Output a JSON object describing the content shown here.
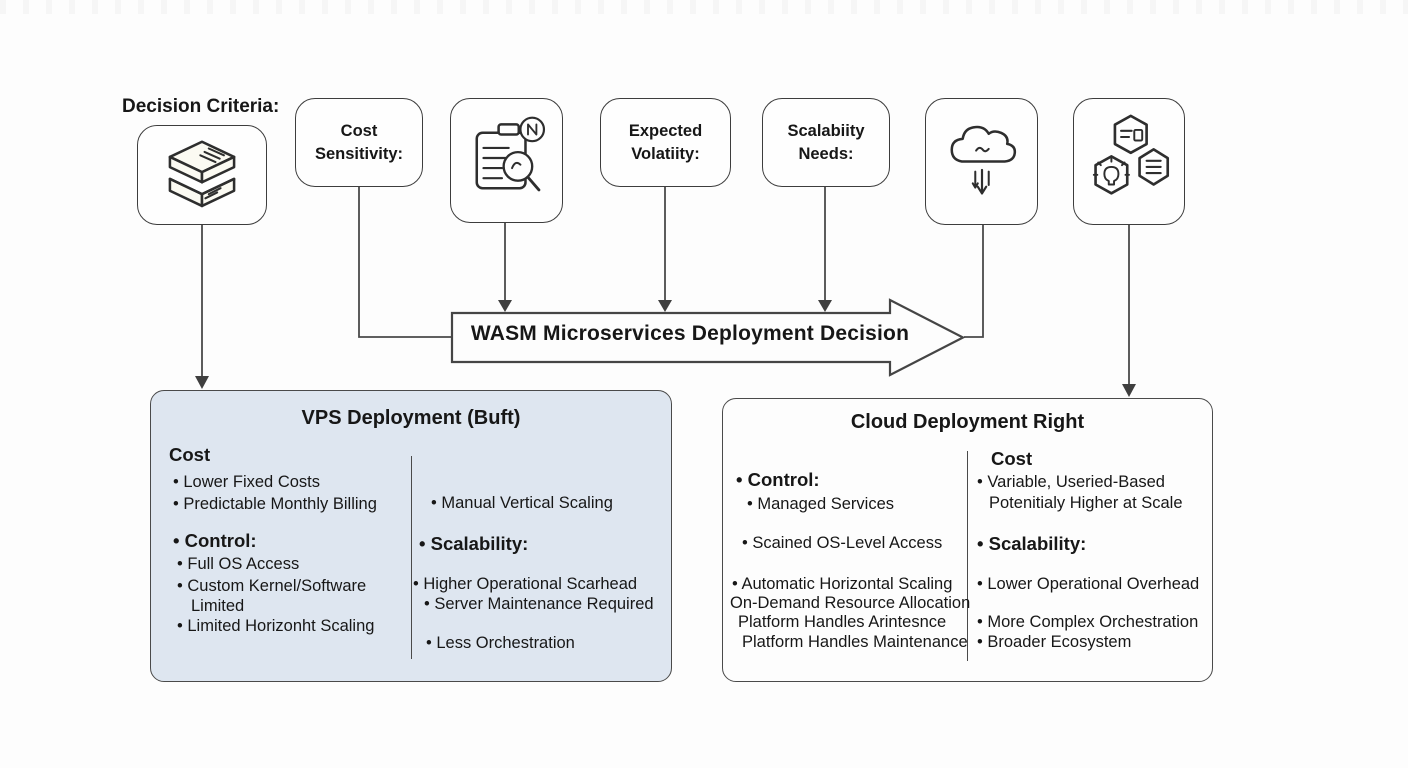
{
  "header": {
    "label": "Decision Criteria:"
  },
  "criteria": {
    "cost_sensitivity": "Cost\nSensitivity:",
    "expected_volatility": "Expected\nVolatiity:",
    "scalability_needs": "Scalabiity\nNeeds:",
    "icons": {
      "box1": "layers-stack-icon",
      "box3": "document-analysis-icon",
      "box6": "cloud-download-icon",
      "box7": "hexagon-modules-icon"
    }
  },
  "banner": {
    "label": "WASM Microservices Deployment Decision"
  },
  "vps": {
    "title": "VPS Deployment (Buft)",
    "left": [
      "Cost",
      "• Lower Fixed Costs",
      "• Predictable Monthly Billing",
      "• Control:",
      "• Full OS Access",
      "• Custom Kernel/Software",
      "Limited",
      "• Limited Horizonht Scaling"
    ],
    "right": [
      "• Manual Vertical Scaling",
      "• Scalability:",
      "• Higher Operational Scarhead",
      "• Server Maintenance Required",
      "• Less Orchestration"
    ]
  },
  "cloud": {
    "title": "Cloud Deployment Right",
    "left": [
      "• Control:",
      "• Managed Services",
      "• Scained OS-Level Access",
      "• Automatic Horizontal Scaling",
      "On-Demand Resource Allocation",
      "Platform Handles Arintesnce",
      "Platform Handles Maintenance"
    ],
    "right": [
      "Cost",
      "• Variable, Useried-Based",
      "Potenitialy Higher at Scale",
      "• Scalability:",
      "• Lower Operational Overhead",
      "• More Complex Orchestration",
      "• Broader Ecosystem"
    ]
  },
  "colors": {
    "vps_panel_bg": "#dee6f0",
    "cloud_panel_bg": "#fdfdfd",
    "stroke": "#4a4a4a",
    "text": "#171717"
  }
}
